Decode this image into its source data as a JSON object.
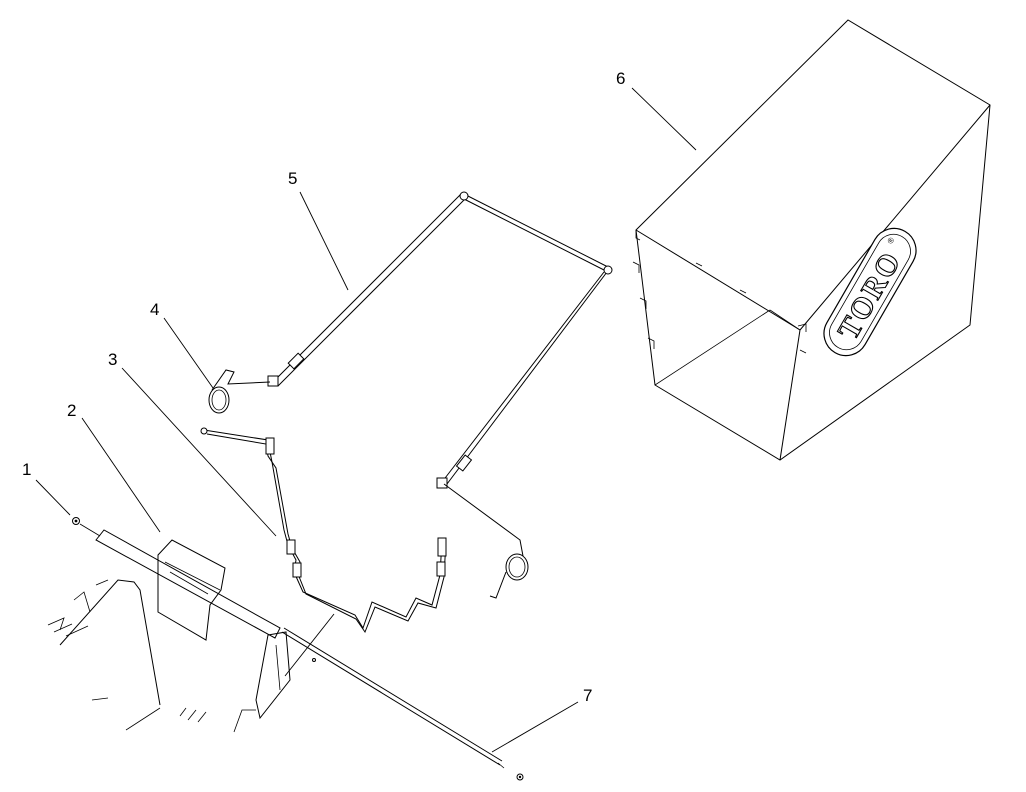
{
  "diagram": {
    "callouts": [
      {
        "id": 1,
        "label": "1",
        "part": "nut"
      },
      {
        "id": 2,
        "label": "2",
        "part": "rear-door"
      },
      {
        "id": 3,
        "label": "3",
        "part": "lower-frame"
      },
      {
        "id": 4,
        "label": "4",
        "part": "spring"
      },
      {
        "id": 5,
        "label": "5",
        "part": "upper-frame"
      },
      {
        "id": 6,
        "label": "6",
        "part": "grass-bag"
      },
      {
        "id": 7,
        "label": "7",
        "part": "rod"
      }
    ],
    "logo_text": "TORO",
    "logo_mark": "®"
  }
}
